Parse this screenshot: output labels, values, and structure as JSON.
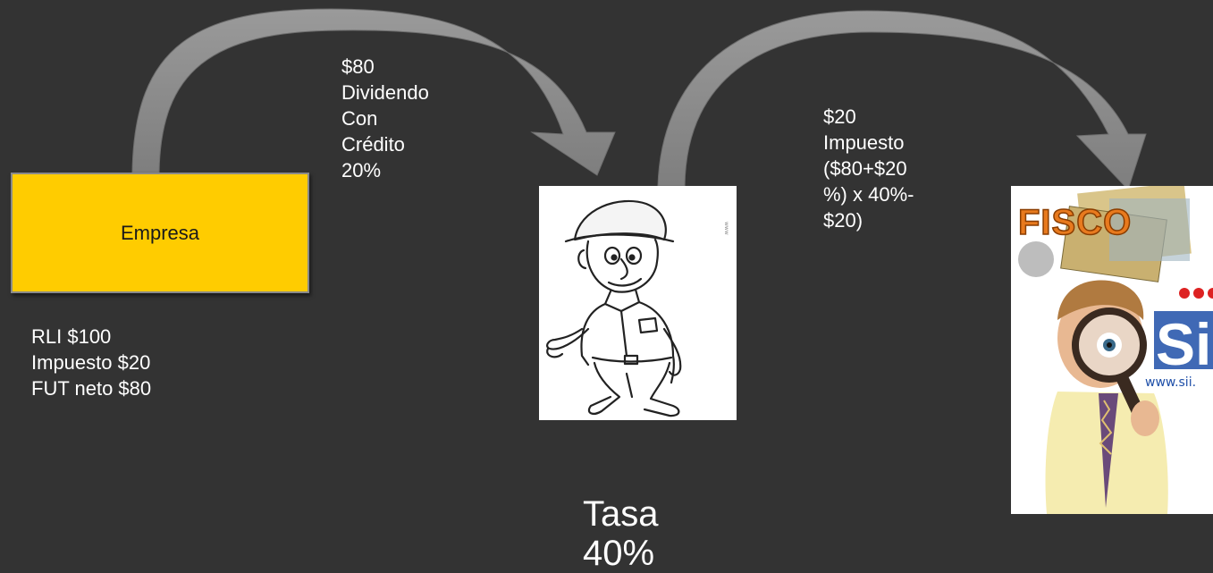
{
  "empresa": {
    "label": "Empresa"
  },
  "empresa_details": "RLI $100\nImpuesto $20\nFUT neto $80",
  "dividend_label": "$80\nDividendo\nCon\nCrédito\n20%",
  "tax_label": "$20\nImpuesto\n($80+$20\n%) x 40%-\n$20)",
  "tasa_label": "Tasa\n40%",
  "fisco": {
    "title": "FISCO",
    "brand": "SII",
    "url": "www.sii."
  },
  "colors": {
    "background": "#333333",
    "box": "#ffcc00",
    "arrow": "#8c8c8c",
    "text": "#ffffff"
  },
  "icons": [
    "curved-arrow-icon",
    "cartoon-man-icon",
    "fisco-inspector-icon"
  ]
}
